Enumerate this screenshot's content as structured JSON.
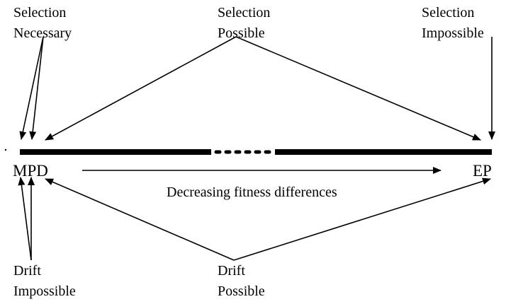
{
  "diagram": {
    "top_labels": {
      "selection_necessary": [
        "Selection",
        "Necessary"
      ],
      "selection_possible": [
        "Selection",
        "Possible"
      ],
      "selection_impossible": [
        "Selection",
        "Impossible"
      ]
    },
    "bottom_labels": {
      "drift_impossible": [
        "Drift",
        "Impossible"
      ],
      "drift_possible": [
        "Drift",
        "Possible"
      ]
    },
    "endpoints": {
      "left": "MPD",
      "right": "EP"
    },
    "axis_label": "Decreasing fitness differences",
    "colors": {
      "ink": "#000000",
      "background": "#ffffff"
    }
  }
}
